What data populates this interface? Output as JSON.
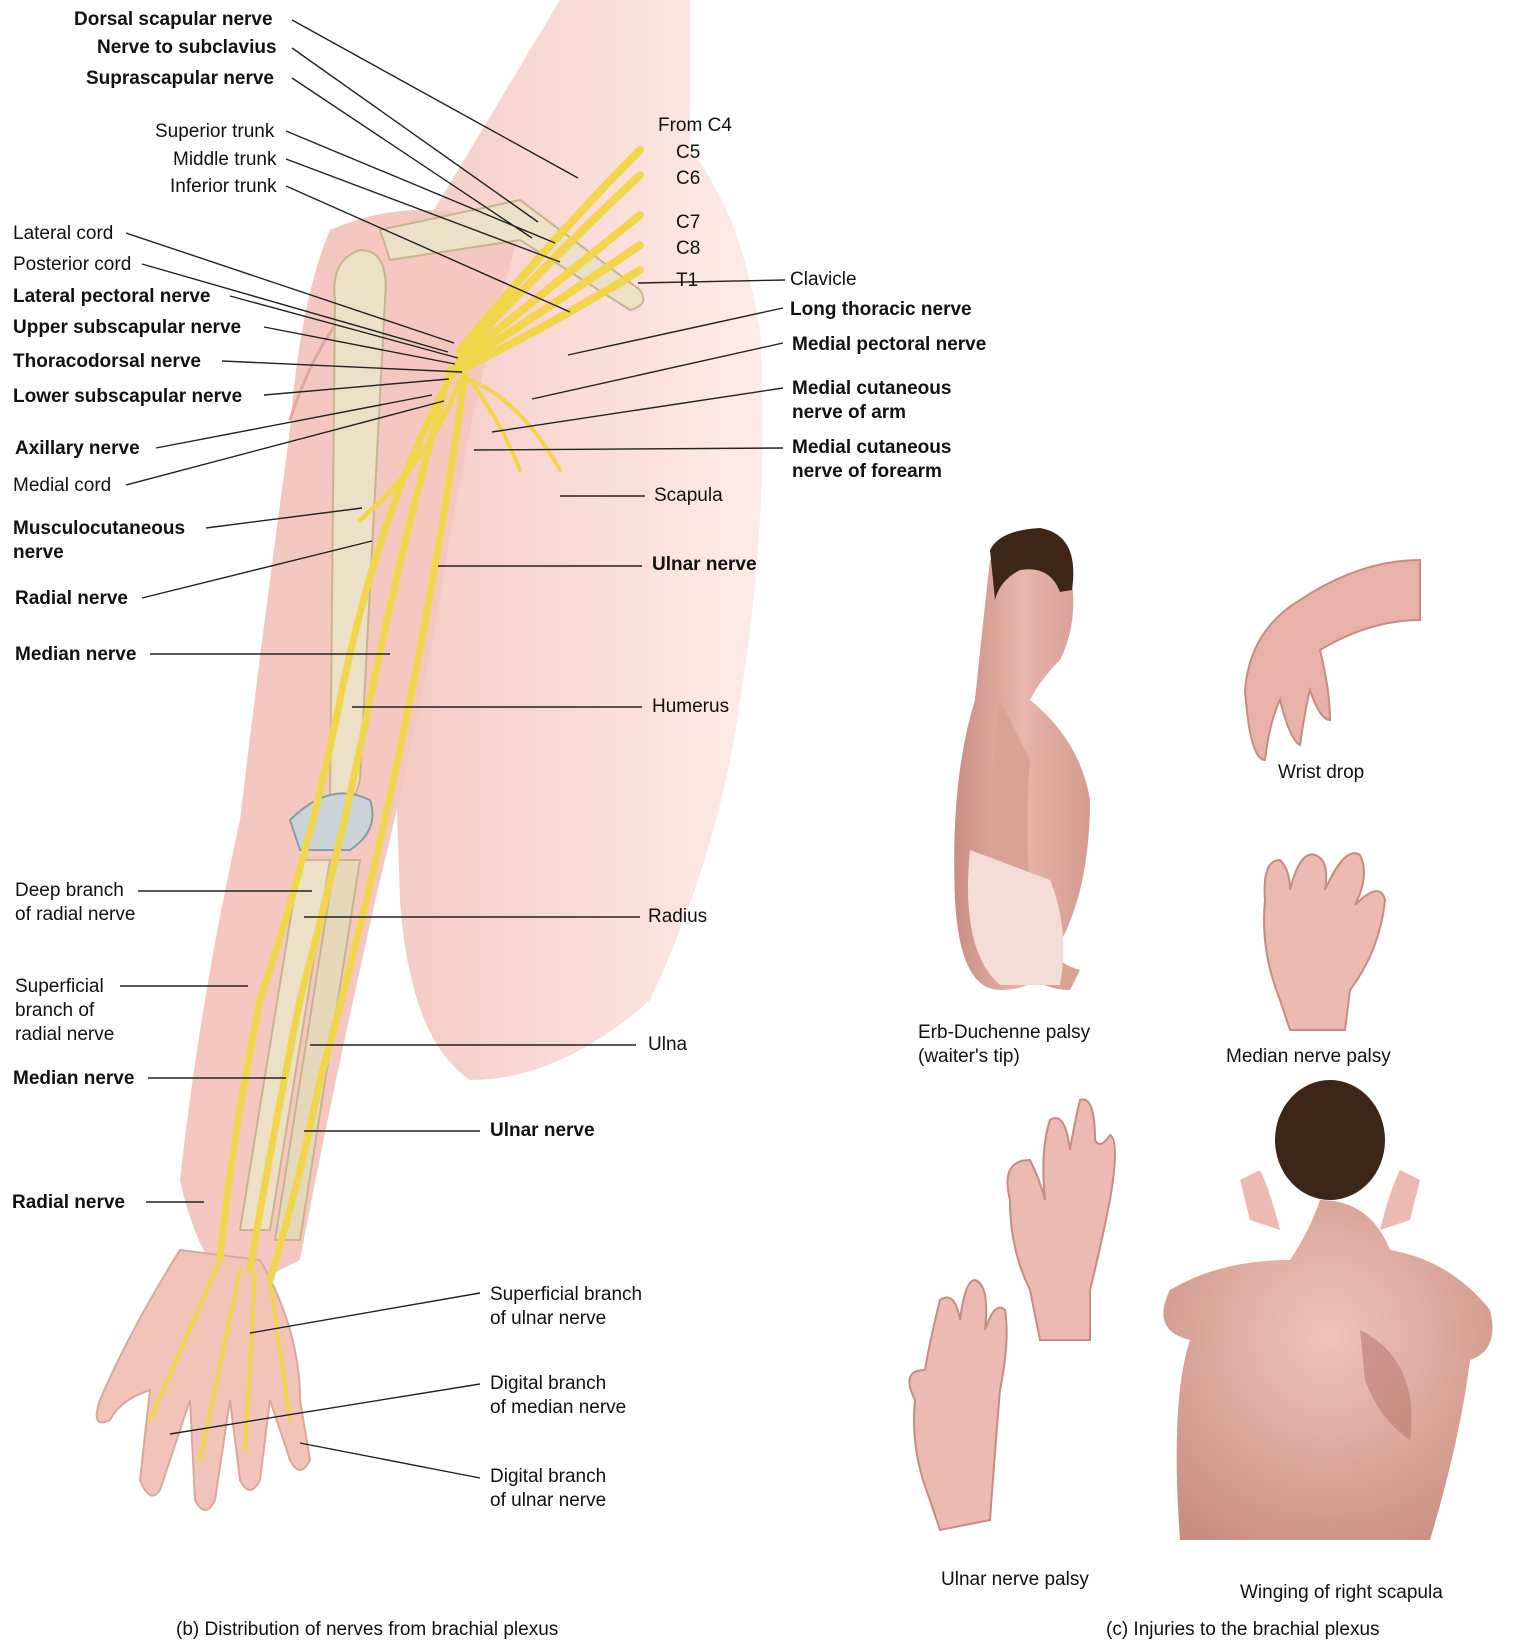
{
  "panel_b": {
    "caption": "(b) Distribution of nerves from brachial plexus",
    "labels": {
      "dorsal_scapular": "Dorsal scapular nerve",
      "nerve_to_subclavius": "Nerve to subclavius",
      "suprascapular": "Suprascapular nerve",
      "superior_trunk": "Superior trunk",
      "middle_trunk": "Middle trunk",
      "inferior_trunk": "Inferior trunk",
      "lateral_cord": "Lateral cord",
      "posterior_cord": "Posterior cord",
      "lateral_pectoral": "Lateral pectoral nerve",
      "upper_subscapular": "Upper subscapular nerve",
      "thoracodorsal": "Thoracodorsal nerve",
      "lower_subscapular": "Lower subscapular nerve",
      "axillary": "Axillary nerve",
      "medial_cord": "Medial cord",
      "musculocutaneous_1": "Musculocutaneous",
      "musculocutaneous_2": "nerve",
      "radial_upper": "Radial nerve",
      "median_upper": "Median nerve",
      "deep_radial_1": "Deep branch",
      "deep_radial_2": "of radial nerve",
      "sup_radial_1": "Superficial",
      "sup_radial_2": "branch of",
      "sup_radial_3": "radial nerve",
      "median_lower": "Median nerve",
      "radial_lower": "Radial nerve",
      "from_c4": "From C4",
      "c5": "C5",
      "c6": "C6",
      "c7": "C7",
      "c8": "C8",
      "t1": "T1",
      "clavicle": "Clavicle",
      "long_thoracic": "Long thoracic nerve",
      "medial_pectoral": "Medial pectoral nerve",
      "med_cut_arm_1": "Medial cutaneous",
      "med_cut_arm_2": "nerve of arm",
      "med_cut_forearm_1": "Medial cutaneous",
      "med_cut_forearm_2": "nerve of forearm",
      "scapula": "Scapula",
      "ulnar_upper": "Ulnar nerve",
      "humerus": "Humerus",
      "radius": "Radius",
      "ulna": "Ulna",
      "ulnar_lower": "Ulnar nerve",
      "sup_ulnar_1": "Superficial branch",
      "sup_ulnar_2": "of ulnar nerve",
      "dig_median_1": "Digital branch",
      "dig_median_2": "of median nerve",
      "dig_ulnar_1": "Digital branch",
      "dig_ulnar_2": "of ulnar nerve"
    }
  },
  "panel_c": {
    "caption": "(c) Injuries to the brachial plexus",
    "erb_1": "Erb-Duchenne palsy",
    "erb_2": "(waiter's tip)",
    "wrist_drop": "Wrist drop",
    "median_palsy": "Median nerve palsy",
    "ulnar_palsy": "Ulnar nerve palsy",
    "winging": "Winging of right scapula"
  },
  "colors": {
    "skin": "#f7d4cf",
    "skin_dark": "#d9a89d",
    "nerve": "#f1d54b",
    "bone": "#e9dcc2",
    "hair": "#3d2618",
    "leader": "#222222"
  }
}
